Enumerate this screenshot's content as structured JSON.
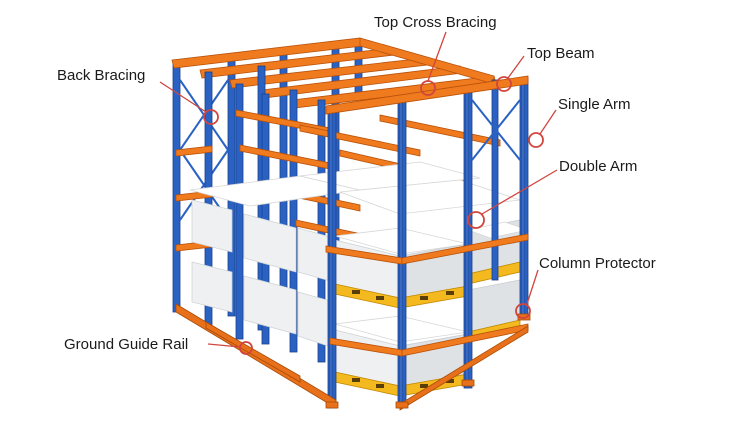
{
  "labels": {
    "top_cross_bracing": "Top Cross Bracing",
    "top_beam": "Top Beam",
    "back_bracing": "Back Bracing",
    "single_arm": "Single Arm",
    "double_arm": "Double Arm",
    "column_protector": "Column Protector",
    "ground_guide_rail": "Ground Guide Rail"
  },
  "colors": {
    "upright": "#2a62c4",
    "beam": "#f07a1e",
    "pallet": "#f3b91f",
    "callout": "#d2453f"
  }
}
